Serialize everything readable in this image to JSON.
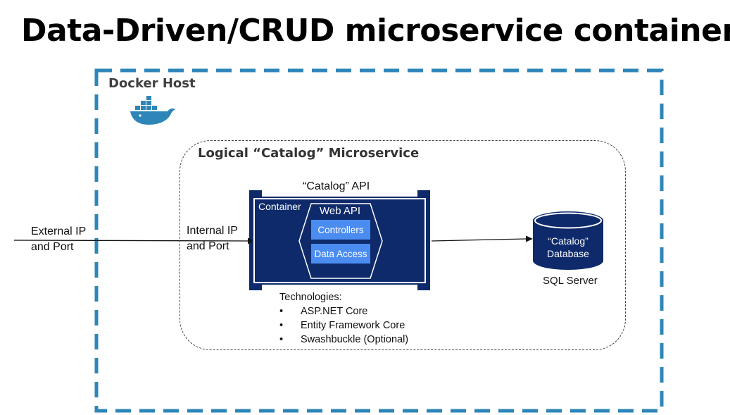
{
  "title": "Data-Driven/CRUD microservice container",
  "docker_host": {
    "label": "Docker Host",
    "icon": "docker-whale-icon"
  },
  "microservice": {
    "label": "Logical “Catalog” Microservice",
    "api_label": "“Catalog” API",
    "container_label": "Container",
    "web_api_label": "Web API",
    "layers": [
      "Controllers",
      "Data Access"
    ],
    "technologies_title": "Technologies:",
    "technologies": [
      "ASP.NET Core",
      "Entity Framework Core",
      "Swashbuckle (Optional)"
    ]
  },
  "external": {
    "line1": "External IP",
    "line2": "and Port"
  },
  "internal": {
    "line1": "Internal IP",
    "line2": "and Port"
  },
  "database": {
    "line1": "“Catalog”",
    "line2": "Database",
    "caption": "SQL Server"
  },
  "colors": {
    "docker_border": "#2e86b8",
    "container_fill": "#0e2a6b",
    "layer_fill": "#4b8cf0",
    "docker_icon": "#2e86b8"
  }
}
